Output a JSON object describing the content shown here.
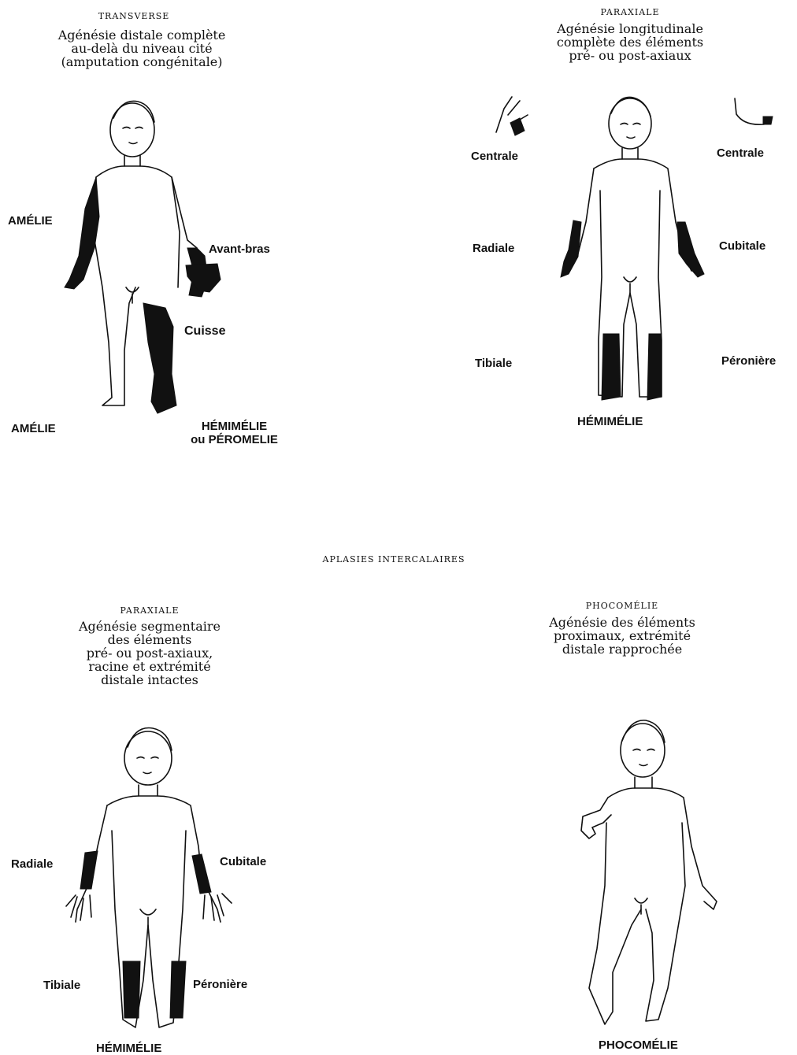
{
  "panels": {
    "transverse": {
      "title": "TRANSVERSE",
      "desc": [
        "Agénésie distale complète",
        "au-delà du niveau cité",
        "(amputation congénitale)"
      ],
      "labels": {
        "amelie_top": "AMÉLIE",
        "avant_bras": "Avant-bras",
        "cuisse": "Cuisse",
        "amelie_bottom": "AMÉLIE",
        "hemimelie": "HÉMIMÉLIE",
        "peromelie": "ou PÉROMELIE"
      }
    },
    "paraxiale_top": {
      "title": "PARAXIALE",
      "desc": [
        "Agénésie longitudinale",
        "complète des éléments",
        "pré- ou post-axiaux"
      ],
      "labels": {
        "centrale_left": "Centrale",
        "centrale_right": "Centrale",
        "radiale": "Radiale",
        "cubitale": "Cubitale",
        "tibiale": "Tibiale",
        "peroniere": "Péronière",
        "hemimelie": "HÉMIMÉLIE"
      }
    },
    "section": {
      "title": "APLASIES INTERCALAIRES"
    },
    "paraxiale_bottom": {
      "title": "PARAXIALE",
      "desc": [
        "Agénésie segmentaire",
        "des éléments",
        "pré- ou post-axiaux,",
        "racine et extrémité",
        "distale intactes"
      ],
      "labels": {
        "radiale": "Radiale",
        "cubitale": "Cubitale",
        "tibiale": "Tibiale",
        "peroniere": "Péronière",
        "hemimelie": "HÉMIMÉLIE"
      }
    },
    "phocomelie": {
      "title": "PHOCOMÉLIE",
      "desc": [
        "Agénésie des éléments",
        "proximaux, extrémité",
        "distale rapprochée"
      ],
      "labels": {
        "phocomelie": "PHOCOMÉLIE"
      }
    }
  }
}
